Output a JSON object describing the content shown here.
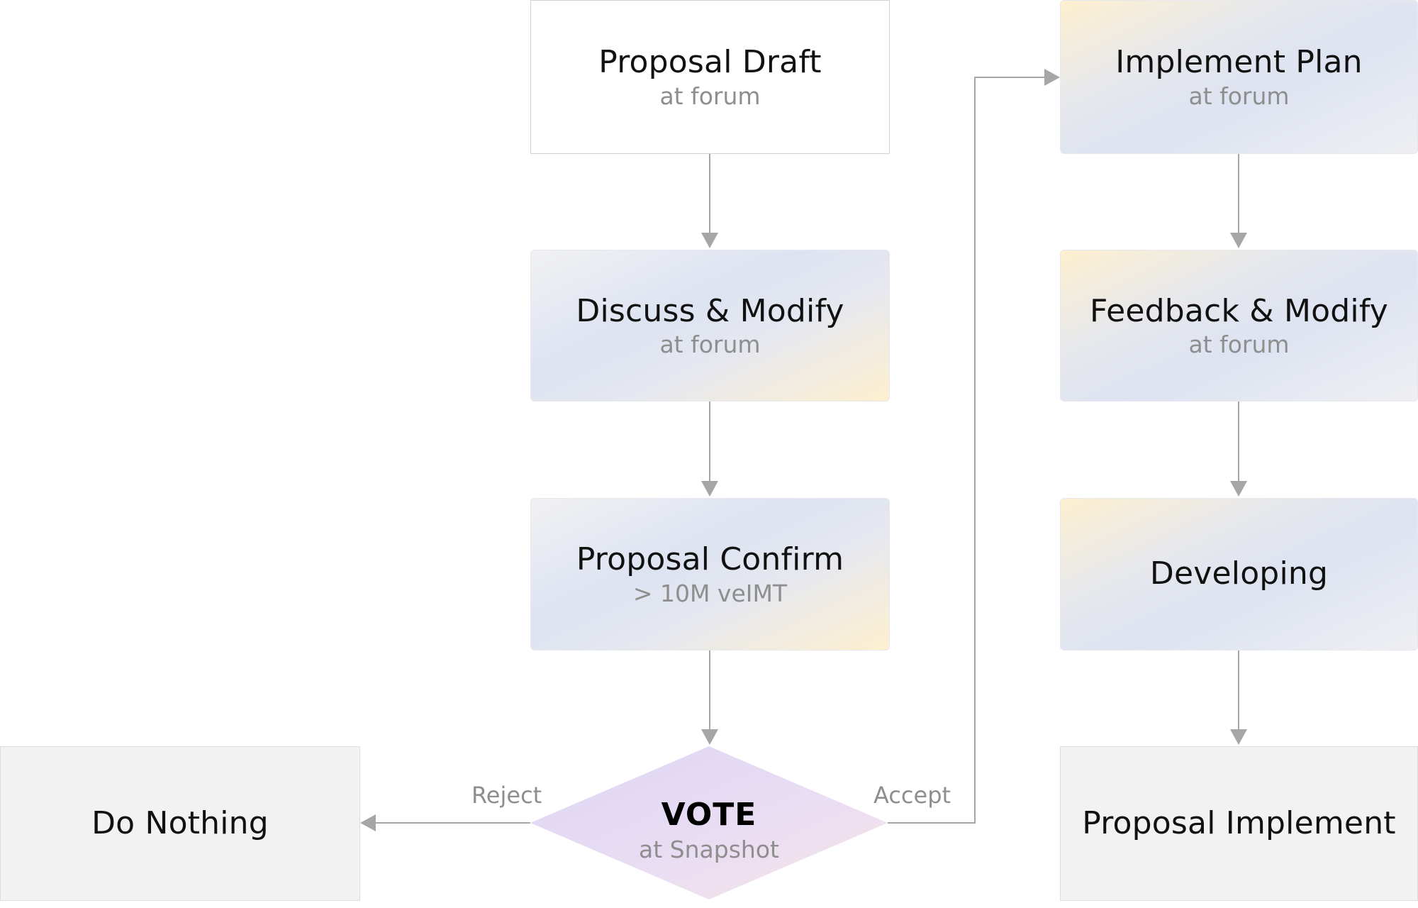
{
  "nodes": {
    "proposal_draft": {
      "title": "Proposal Draft",
      "sub": "at forum"
    },
    "discuss_modify": {
      "title": "Discuss & Modify",
      "sub": "at forum"
    },
    "proposal_confirm": {
      "title": "Proposal Confirm",
      "sub": "> 10M veIMT"
    },
    "vote": {
      "title": "VOTE",
      "sub": "at Snapshot"
    },
    "do_nothing": {
      "title": "Do Nothing"
    },
    "implement_plan": {
      "title": "Implement Plan",
      "sub": "at forum"
    },
    "feedback_modify": {
      "title": "Feedback & Modify",
      "sub": "at forum"
    },
    "developing": {
      "title": "Developing"
    },
    "proposal_implement": {
      "title": "Proposal Implement"
    }
  },
  "edges": {
    "reject": "Reject",
    "accept": "Accept"
  },
  "colors": {
    "arrow": "#a6a6a6",
    "sub_text": "#8e8e8e",
    "vote_gradient": [
      "#e0d8f6",
      "#f6e3ea"
    ]
  }
}
